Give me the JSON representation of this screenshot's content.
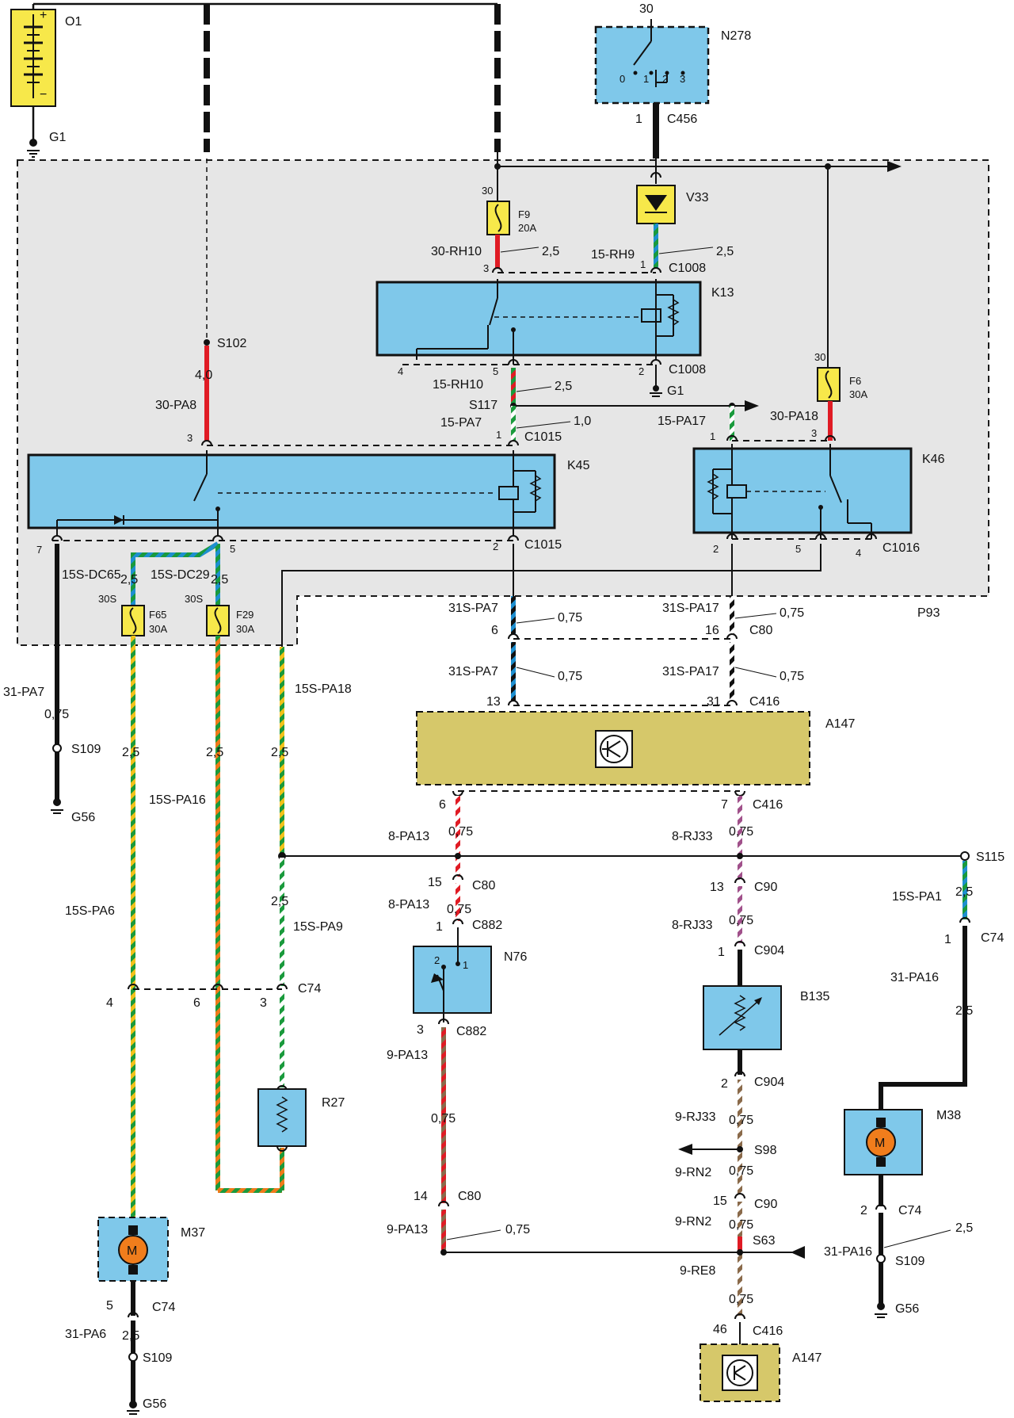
{
  "colors": {
    "module_blue": "#7fc8ea",
    "panel_gray": "#e6e6e6",
    "ecu_yellow": "#d6c86a",
    "fuse_yellow": "#f7e84a",
    "wire_red": "#e01b24",
    "wire_green": "#1a9a3c",
    "wire_blue": "#1e8fd0",
    "wire_yellow": "#f2c21a",
    "wire_orange": "#f07a1a",
    "wire_brown": "#8a6a4a",
    "wire_violet": "#a0508a",
    "wire_black": "#111111",
    "motor_orange": "#f07d1c"
  },
  "components": {
    "battery": {
      "name": "O1",
      "plus": "+",
      "minus": "−"
    },
    "ignition_switch": {
      "name": "N278",
      "top_pin": "30",
      "positions": [
        "0",
        "1",
        "2",
        "3"
      ],
      "pin": "1",
      "connector": "C456"
    },
    "diode": {
      "name": "V33"
    },
    "fuse_f9": {
      "name": "F9",
      "rating": "20A",
      "pin": "30"
    },
    "fuse_f6": {
      "name": "F6",
      "rating": "30A",
      "pin": "30"
    },
    "fuse_f65": {
      "name": "F65",
      "rating": "30A",
      "pin": "30S"
    },
    "fuse_f29": {
      "name": "F29",
      "rating": "30A",
      "pin": "30S"
    },
    "relay_k13": {
      "name": "K13",
      "connector_top": "C1008",
      "connector_bottom": "C1008",
      "pin_1": "1",
      "pin_2": "2",
      "pin_3": "3",
      "pin_4": "4",
      "pin_5": "5"
    },
    "relay_k45": {
      "name": "K45",
      "connector_top": "C1015",
      "connector_bottom": "C1015",
      "pin_1": "1",
      "pin_2": "2",
      "pin_3": "3",
      "pin_5": "5",
      "pin_7": "7"
    },
    "relay_k46": {
      "name": "K46",
      "connector": "C1016",
      "pin_1": "1",
      "pin_2": "2",
      "pin_3": "3",
      "pin_4": "4",
      "pin_5": "5"
    },
    "panel": {
      "name": "P93"
    },
    "ecu_main": {
      "name": "A147"
    },
    "ecu_bottom": {
      "name": "A147"
    },
    "pressure_switch": {
      "name": "N76",
      "pin_1": "1",
      "pin_2": "2",
      "pin_3": "3",
      "connector": "C882"
    },
    "sensor": {
      "name": "B135",
      "connector": "C904",
      "pin_1": "1",
      "pin_2": "2"
    },
    "resistor": {
      "name": "R27"
    },
    "motor_m37": {
      "name": "M37",
      "symbol": "M"
    },
    "motor_m38": {
      "name": "M38",
      "symbol": "M"
    }
  },
  "wires": {
    "rh10": "30-RH10",
    "rh10_size": "2,5",
    "rh9": "15-RH9",
    "rh9_size": "2,5",
    "pa8": "30-PA8",
    "pa8_size": "4,0",
    "s102": "S102",
    "rh10b": "15-RH10",
    "rh10b_size": "2,5",
    "s117": "S117",
    "pa7_top": "15-PA7",
    "pa7_top_size": "1,0",
    "pa17": "15-PA17",
    "pa18": "30-PA18",
    "g1_ground": "G1",
    "g1_bottom": "G1",
    "dc65": "15S-DC65",
    "dc65_size": "2,5",
    "dc29": "15S-DC29",
    "dc29_size": "2,5",
    "pa18s": "15S-PA18",
    "pa7_31": "31-PA7",
    "pa7_31_size": "0,75",
    "s109_a": "S109",
    "g56_a": "G56",
    "s31_pa7_a": "31S-PA7",
    "s31_pa7_a_size": "0,75",
    "s31_pa7_a_pin": "6",
    "s31_pa17_a": "31S-PA17",
    "s31_pa17_a_size": "0,75",
    "s31_pa17_a_pin": "16",
    "c80_a": "C80",
    "s31_pa7_b": "31S-PA7",
    "s31_pa7_b_size": "0,75",
    "s31_pa7_b_pin": "13",
    "s31_pa17_b": "31S-PA17",
    "s31_pa17_b_size": "0,75",
    "s31_pa17_b_pin": "31",
    "c416_a": "C416",
    "pa16": "15S-PA16",
    "pa16_size": "2,5",
    "pa6": "15S-PA6",
    "pa6_size": "2,5",
    "pa18s_size": "2,5",
    "pa9": "15S-PA9",
    "pa9_size": "2,5",
    "pa13_a": "8-PA13",
    "pa13_a_size": "0,75",
    "pa13_pin6": "6",
    "rj33_a": "8-RJ33",
    "rj33_a_size": "0,75",
    "rj33_pin7": "7",
    "c416_b": "C416",
    "c80_b": "C80",
    "c80_b_pin": "15",
    "pa13_b": "8-PA13",
    "pa13_b_size": "0,75",
    "c882_top": "C882",
    "c882_top_pin": "1",
    "c90_a": "C90",
    "c90_a_pin": "13",
    "rj33_b": "8-RJ33",
    "rj33_b_size": "0,75",
    "c904_top": "C904",
    "c904_top_pin": "1",
    "s115": "S115",
    "pa1": "15S-PA1",
    "pa1_size": "2,5",
    "c74_right": "C74",
    "c74_right_pin": "1",
    "pa16_31": "31-PA16",
    "pa16_31_size": "2,5",
    "c74_mid": "C74",
    "c74_pin4": "4",
    "c74_pin6": "6",
    "c74_pin3": "3",
    "c882_bottom": "C882",
    "c882_bottom_pin": "3",
    "pa13_9": "9-PA13",
    "pa13_9_size": "0,75",
    "c904_bottom": "C904",
    "c904_bottom_pin": "2",
    "rj33_9": "9-RJ33",
    "rj33_9_size": "0,75",
    "s98": "S98",
    "rn2_a": "9-RN2",
    "rn2_a_size": "0,75",
    "c90_b": "C90",
    "c90_b_pin": "15",
    "rn2_b": "9-RN2",
    "rn2_b_size": "0,75",
    "s63": "S63",
    "re8": "9-RE8",
    "re8_size": "0,75",
    "c416_c": "C416",
    "c416_c_pin": "46",
    "c80_c": "C80",
    "c80_c_pin": "14",
    "pa13_9b": "9-PA13",
    "pa13_9b_size": "0,75",
    "c74_m37": "C74",
    "c74_m37_pin": "5",
    "pa6_31": "31-PA6",
    "pa6_31_size": "2,5",
    "s109_b": "S109",
    "g56_b": "G56",
    "c74_m38": "C74",
    "c74_m38_pin": "2",
    "pa16_31b": "31-PA16",
    "pa16_31b_size": "2,5",
    "s109_c": "S109",
    "g56_c": "G56",
    "g1_label": "G1"
  }
}
